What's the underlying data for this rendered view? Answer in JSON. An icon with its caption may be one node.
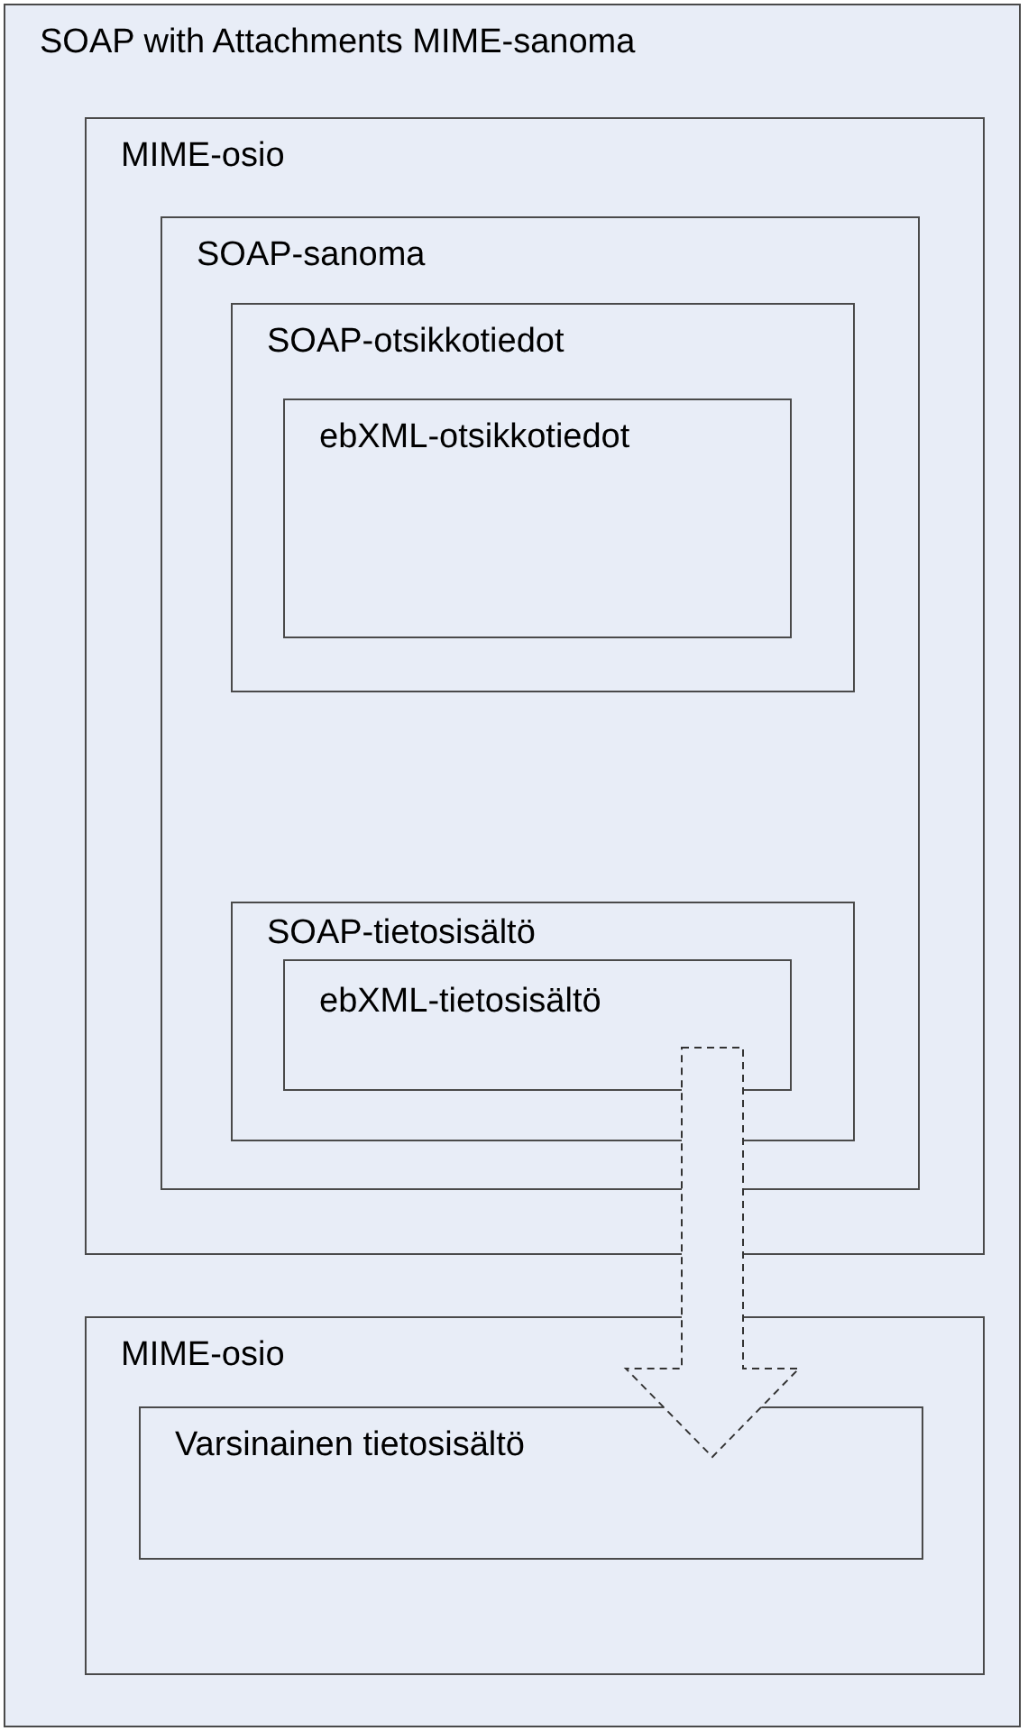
{
  "diagram": {
    "nodes": [
      {
        "text": [
          "SOAP with Attachments MIME-sanoma"
        ]
      },
      {
        "text": [
          "MIME-osio"
        ],
        "in": 0
      },
      {
        "text": [
          "SOAP-sanoma"
        ],
        "in": 1
      },
      {
        "text": [
          "SOAP-otsikkotiedot"
        ],
        "in": 2
      },
      {
        "text": [
          "ebXML-otsikkotiedot"
        ],
        "in": 3
      },
      {
        "text": [
          "SOAP-tietosisältö"
        ],
        "in": 2
      },
      {
        "text": [
          "ebXML-tietosisältö"
        ],
        "in": 5
      },
      {
        "text": [
          "MIME-osio"
        ],
        "in": 0
      },
      {
        "text": [
          "Varsinainen tietosisältö"
        ],
        "in": 7
      }
    ],
    "edges": [
      {
        "from": 6,
        "to": 8,
        "arrow": "to",
        "style": "dashed"
      }
    ]
  }
}
